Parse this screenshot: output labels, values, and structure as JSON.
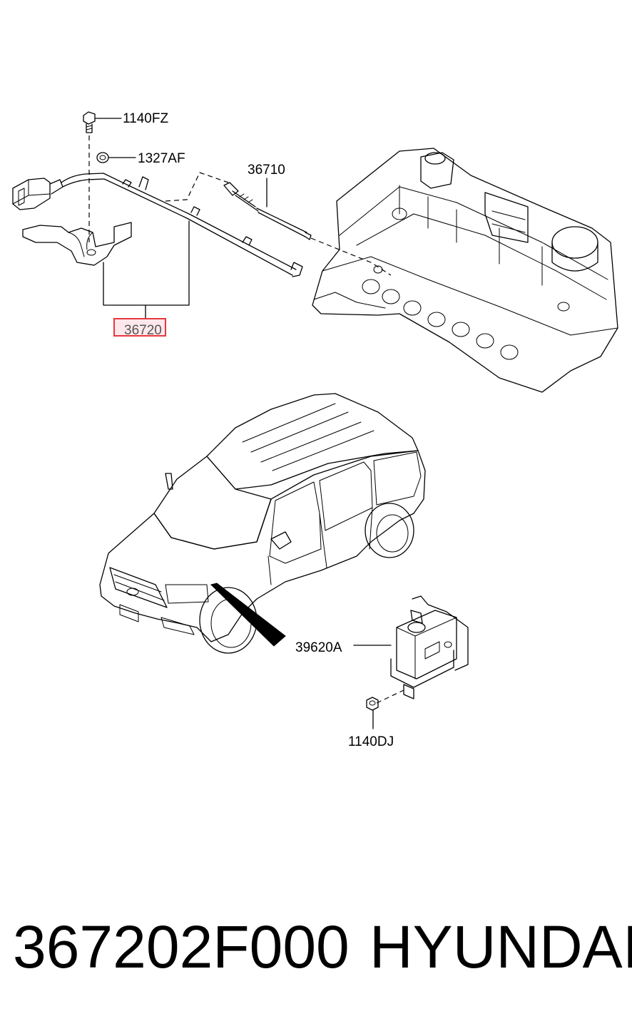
{
  "labels": {
    "bolt": "1140FZ",
    "clip": "1327AF",
    "glow_plug": "36710",
    "harness": "36720",
    "relay": "39620A",
    "nut": "1140DJ"
  },
  "highlight_color": "#e8383d",
  "caption": {
    "part_number": "367202F000",
    "brand": "HYUNDAI"
  }
}
